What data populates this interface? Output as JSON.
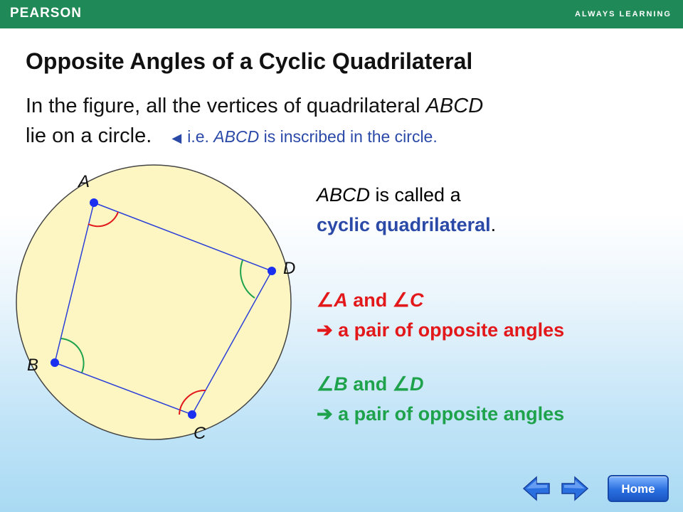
{
  "header": {
    "brand": "PEARSON",
    "tagline": "ALWAYS LEARNING",
    "bar_color": "#1f8a57"
  },
  "title": "Opposite Angles of a Cyclic Quadrilateral",
  "intro": {
    "line1_before": "In the figure, all the vertices of quadrilateral ",
    "line1_italic": "ABCD",
    "line2": "lie on a circle.",
    "note_prefix": "i.e. ",
    "note_italic": "ABCD",
    "note_suffix": " is inscribed in the circle."
  },
  "figure": {
    "labels": {
      "A": "A",
      "B": "B",
      "C": "C",
      "D": "D"
    },
    "colors": {
      "circle_fill": "#fdf6c3",
      "circle_stroke": "#444444",
      "sides": "#2b3fd8",
      "vertex": "#1a2ff0",
      "arc_red": "#e3181b",
      "arc_green": "#1ea24c"
    }
  },
  "definition": {
    "italic": "ABCD",
    "text": " is called a",
    "term": "cyclic quadrilateral",
    "period": "."
  },
  "pair1": {
    "angle1": "A",
    "and": " and ",
    "angle2": "C",
    "desc": " a pair of opposite angles"
  },
  "pair2": {
    "angle1": "B",
    "and": " and ",
    "angle2": "D",
    "desc": " a pair of opposite angles"
  },
  "nav": {
    "home_label": "Home",
    "back_icon": "left-arrow-icon",
    "forward_icon": "right-arrow-icon"
  }
}
